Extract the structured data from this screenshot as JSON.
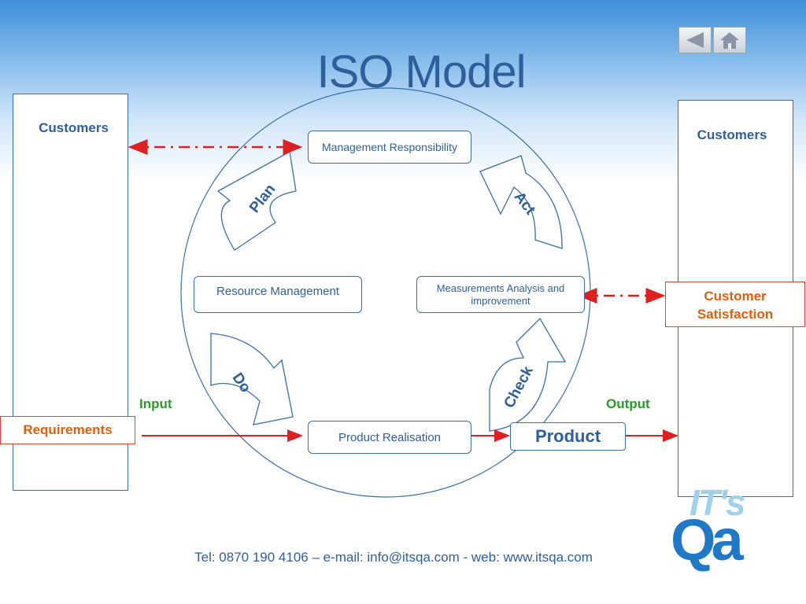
{
  "title": "ISO Model",
  "nav": {
    "back_icon": "back-arrow-icon",
    "home_icon": "home-icon"
  },
  "left": {
    "customers": "Customers",
    "requirements": "Requirements",
    "input": "Input"
  },
  "right": {
    "customers": "Customers",
    "satisfaction_line1": "Customer",
    "satisfaction_line2": "Satisfaction",
    "output": "Output"
  },
  "nodes": {
    "management": "Management Responsibility",
    "resource": "Resource Management",
    "measurements_line1": "Measurements Analysis and",
    "measurements_line2": "improvement",
    "realisation": "Product Realisation",
    "product": "Product"
  },
  "cycle": {
    "plan": "Plan",
    "do": "Do",
    "check": "Check",
    "act": "Act"
  },
  "footer": "Tel: 0870 190 4106 – e-mail: info@itsqa.com - web: www.itsqa.com",
  "logo": {
    "line1": "IT's",
    "line2": "Qa"
  },
  "colors": {
    "blue": "#2f5f9a",
    "orange": "#e06010",
    "green": "#2a9a2a",
    "red": "#e02020"
  }
}
